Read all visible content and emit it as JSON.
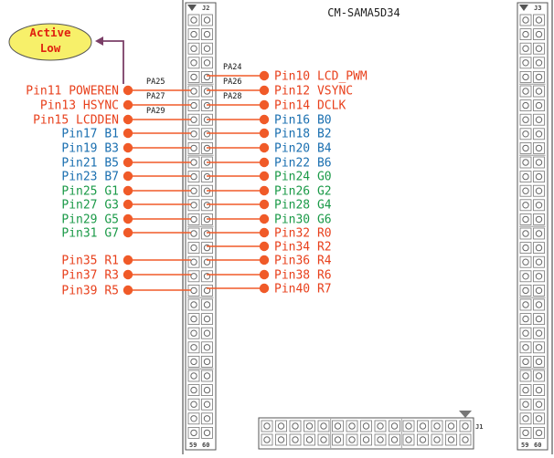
{
  "board": {
    "title": "CM-SAMA5D34"
  },
  "connectors": {
    "j2": {
      "label": "J2",
      "bottom_left": "59",
      "bottom_right": "60"
    },
    "j3": {
      "label": "J3",
      "bottom_left": "59",
      "bottom_right": "60"
    },
    "j1": {
      "label": "J1"
    }
  },
  "callout": {
    "line1": "Active",
    "line2": "Low"
  },
  "colors": {
    "red": "#e8401c",
    "blue": "#1a6fb0",
    "green": "#1b9a48",
    "wire": "#f05a28",
    "callout_fill": "#f7f06a",
    "callout_arrow": "#7b3f67",
    "callout_text": "#e02010",
    "board_line": "#333333"
  },
  "left_pins": [
    {
      "label": "Pin11 POWEREN",
      "color": "red"
    },
    {
      "label": "Pin13 HSYNC",
      "color": "red"
    },
    {
      "label": "Pin15 LCDDEN",
      "color": "red"
    },
    {
      "label": "Pin17 B1",
      "color": "blue"
    },
    {
      "label": "Pin19 B3",
      "color": "blue"
    },
    {
      "label": "Pin21 B5",
      "color": "blue"
    },
    {
      "label": "Pin23 B7",
      "color": "blue"
    },
    {
      "label": "Pin25 G1",
      "color": "green"
    },
    {
      "label": "Pin27 G3",
      "color": "green"
    },
    {
      "label": "Pin29 G5",
      "color": "green"
    },
    {
      "label": "Pin31 G7",
      "color": "green"
    },
    {
      "label": "Pin35 R1",
      "color": "red"
    },
    {
      "label": "Pin37 R3",
      "color": "red"
    },
    {
      "label": "Pin39 R5",
      "color": "red"
    }
  ],
  "right_pins": [
    {
      "label": "Pin10 LCD_PWM",
      "color": "red"
    },
    {
      "label": "Pin12 VSYNC",
      "color": "red"
    },
    {
      "label": "Pin14 DCLK",
      "color": "red"
    },
    {
      "label": "Pin16 B0",
      "color": "blue"
    },
    {
      "label": "Pin18 B2",
      "color": "blue"
    },
    {
      "label": "Pin20 B4",
      "color": "blue"
    },
    {
      "label": "Pin22 B6",
      "color": "blue"
    },
    {
      "label": "Pin24 G0",
      "color": "green"
    },
    {
      "label": "Pin26 G2",
      "color": "green"
    },
    {
      "label": "Pin28 G4",
      "color": "green"
    },
    {
      "label": "Pin30 G6",
      "color": "green"
    },
    {
      "label": "Pin32 R0",
      "color": "red"
    },
    {
      "label": "Pin34 R2",
      "color": "red"
    },
    {
      "label": "Pin36 R4",
      "color": "red"
    },
    {
      "label": "Pin38 R6",
      "color": "red"
    },
    {
      "label": "Pin40 R7",
      "color": "red"
    }
  ],
  "port_labels": {
    "left": [
      "PA25",
      "PA27",
      "PA29"
    ],
    "right": [
      "PA24",
      "PA26",
      "PA28"
    ]
  }
}
